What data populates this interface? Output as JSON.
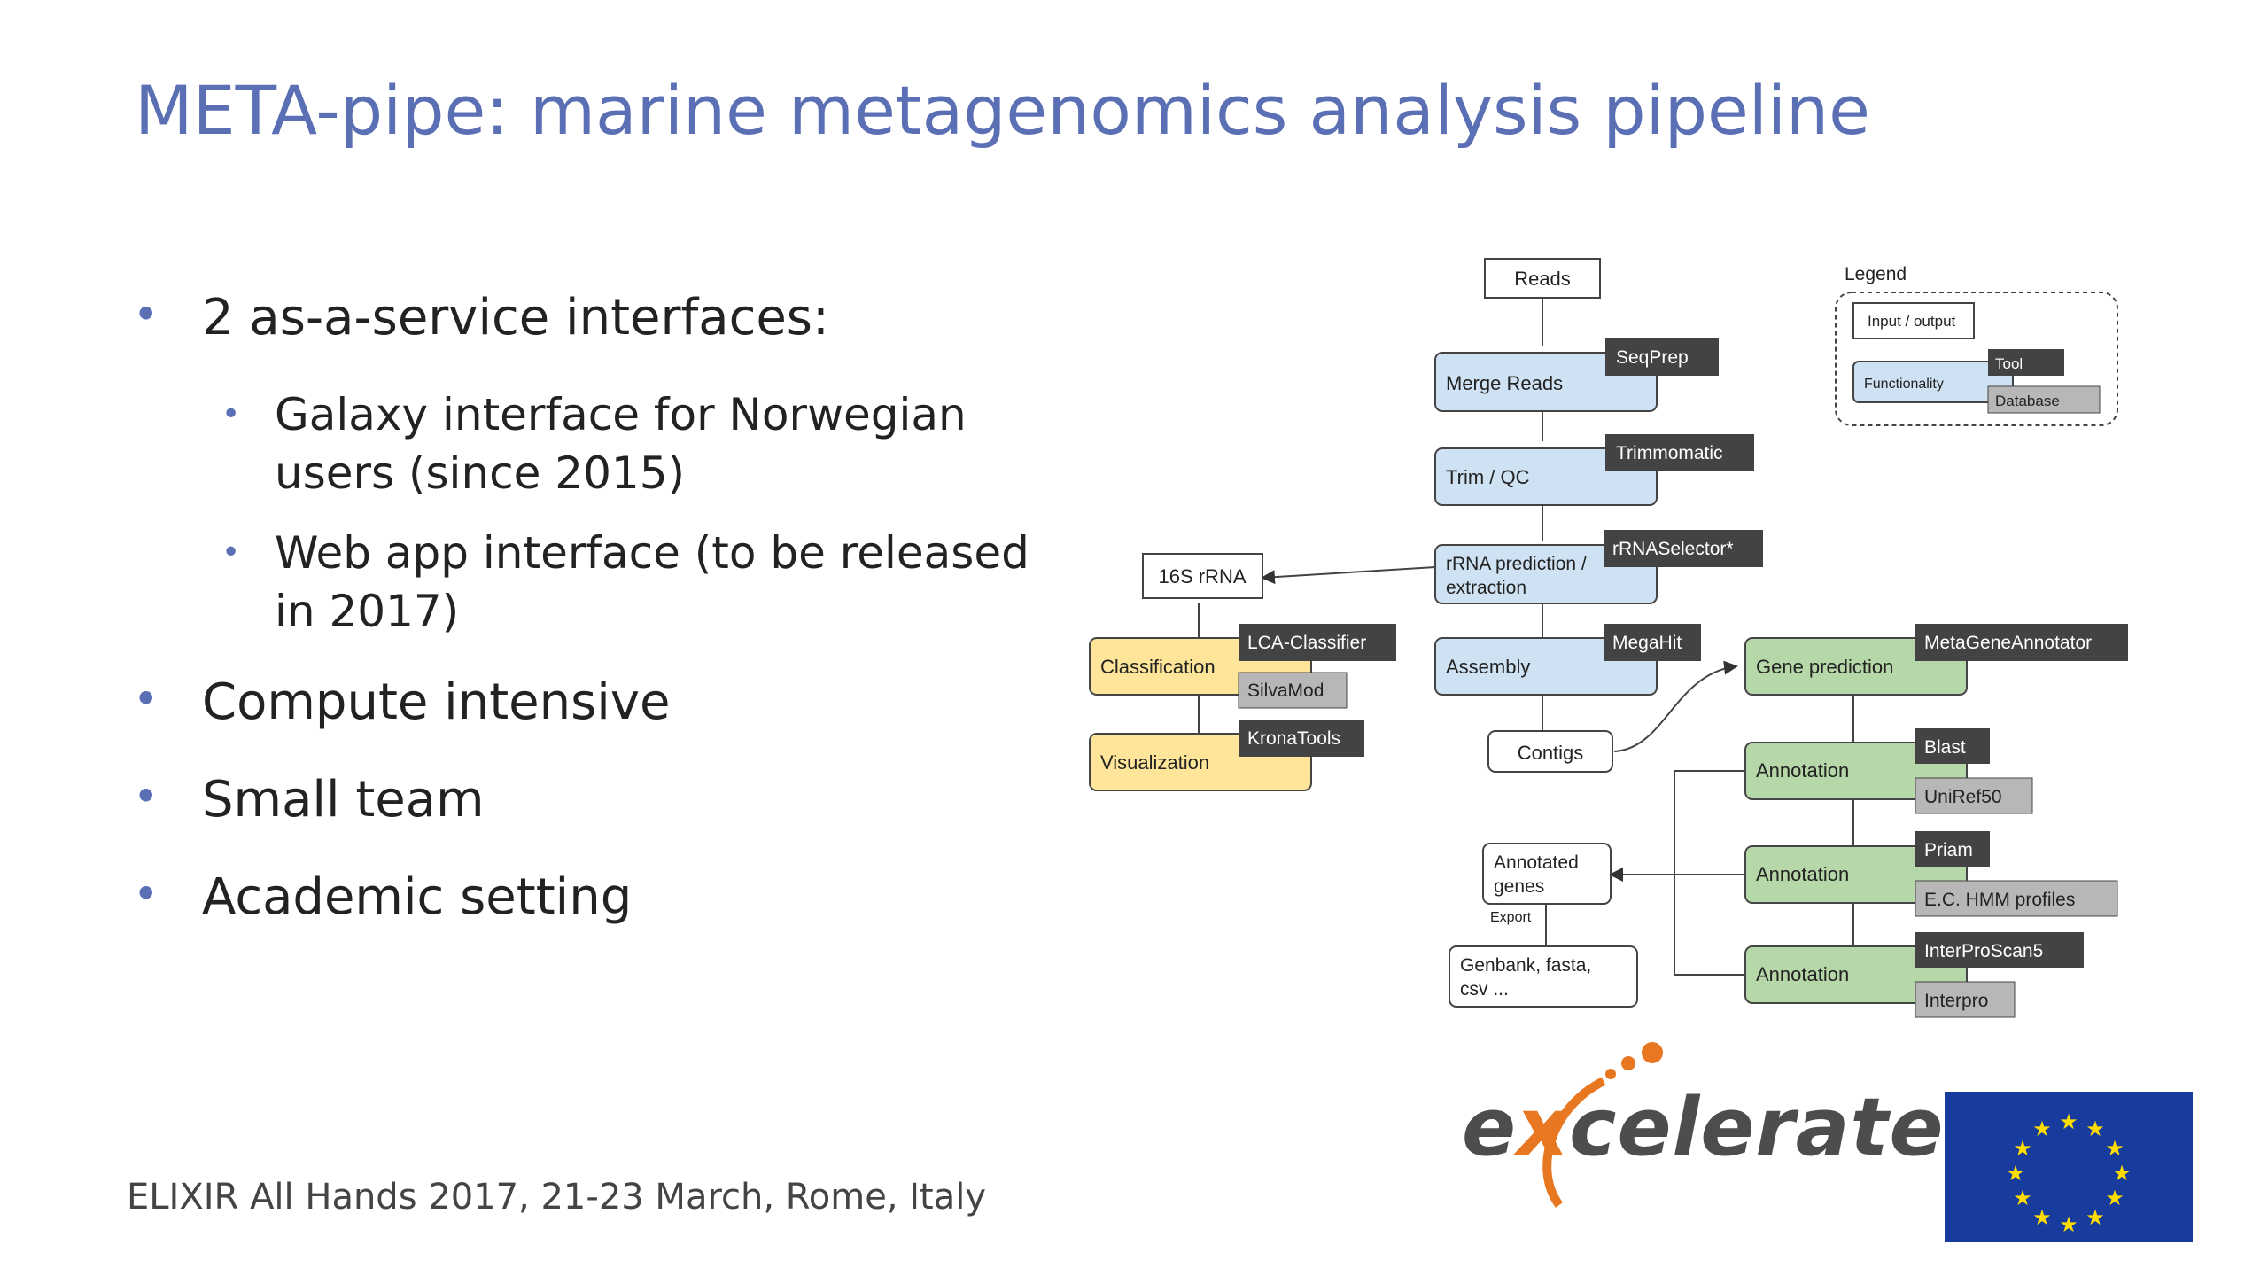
{
  "slide": {
    "title": "META-pipe: marine metagenomics analysis pipeline",
    "bullets": [
      {
        "text": "2 as-a-service interfaces:"
      },
      {
        "text": "Galaxy interface for Norwegian users (since 2015)"
      },
      {
        "text": "Web app interface (to be released in 2017)"
      },
      {
        "text": "Compute intensive"
      },
      {
        "text": "Small team"
      },
      {
        "text": "Academic setting"
      }
    ],
    "footer": "ELIXIR All Hands 2017, 21-23 March, Rome, Italy"
  },
  "diagram": {
    "legend": {
      "title": "Legend",
      "io": "Input / output",
      "functionality": "Functionality",
      "tool": "Tool",
      "database": "Database"
    },
    "nodes": {
      "reads": "Reads",
      "merge_reads": "Merge Reads",
      "seqprep": "SeqPrep",
      "trim_qc": "Trim / QC",
      "trimmomatic": "Trimmomatic",
      "rrna_pred_1": "rRNA prediction /",
      "rrna_pred_2": "extraction",
      "rrnaselector": "rRNASelector*",
      "s16_rrna": "16S rRNA",
      "classification": "Classification",
      "lca_classifier": "LCA-Classifier",
      "silvamod": "SilvaMod",
      "visualization": "Visualization",
      "kronatools": "KronaTools",
      "assembly": "Assembly",
      "megahit": "MegaHit",
      "contigs": "Contigs",
      "gene_prediction": "Gene prediction",
      "metageneannotator": "MetaGeneAnnotator",
      "annotation_1": "Annotation",
      "blast": "Blast",
      "uniref50": "UniRef50",
      "annotation_2": "Annotation",
      "priam": "Priam",
      "ec_hmm": "E.C. HMM profiles",
      "annotation_3": "Annotation",
      "interproscan5": "InterProScan5",
      "interpro": "Interpro",
      "annotated_genes_1": "Annotated",
      "annotated_genes_2": "genes",
      "export": "Export",
      "genbank_1": "Genbank, fasta,",
      "genbank_2": "csv ..."
    }
  },
  "logo": {
    "text_pre": "e",
    "text_x": "x",
    "text_post": "celerate"
  },
  "colors": {
    "title": "#5b6fb5",
    "blue_box": "#cfe2f3",
    "green_box": "#b6d7a8",
    "yellow_box": "#ffe599",
    "tool_box": "#434343",
    "db_box": "#b7b7b7"
  }
}
